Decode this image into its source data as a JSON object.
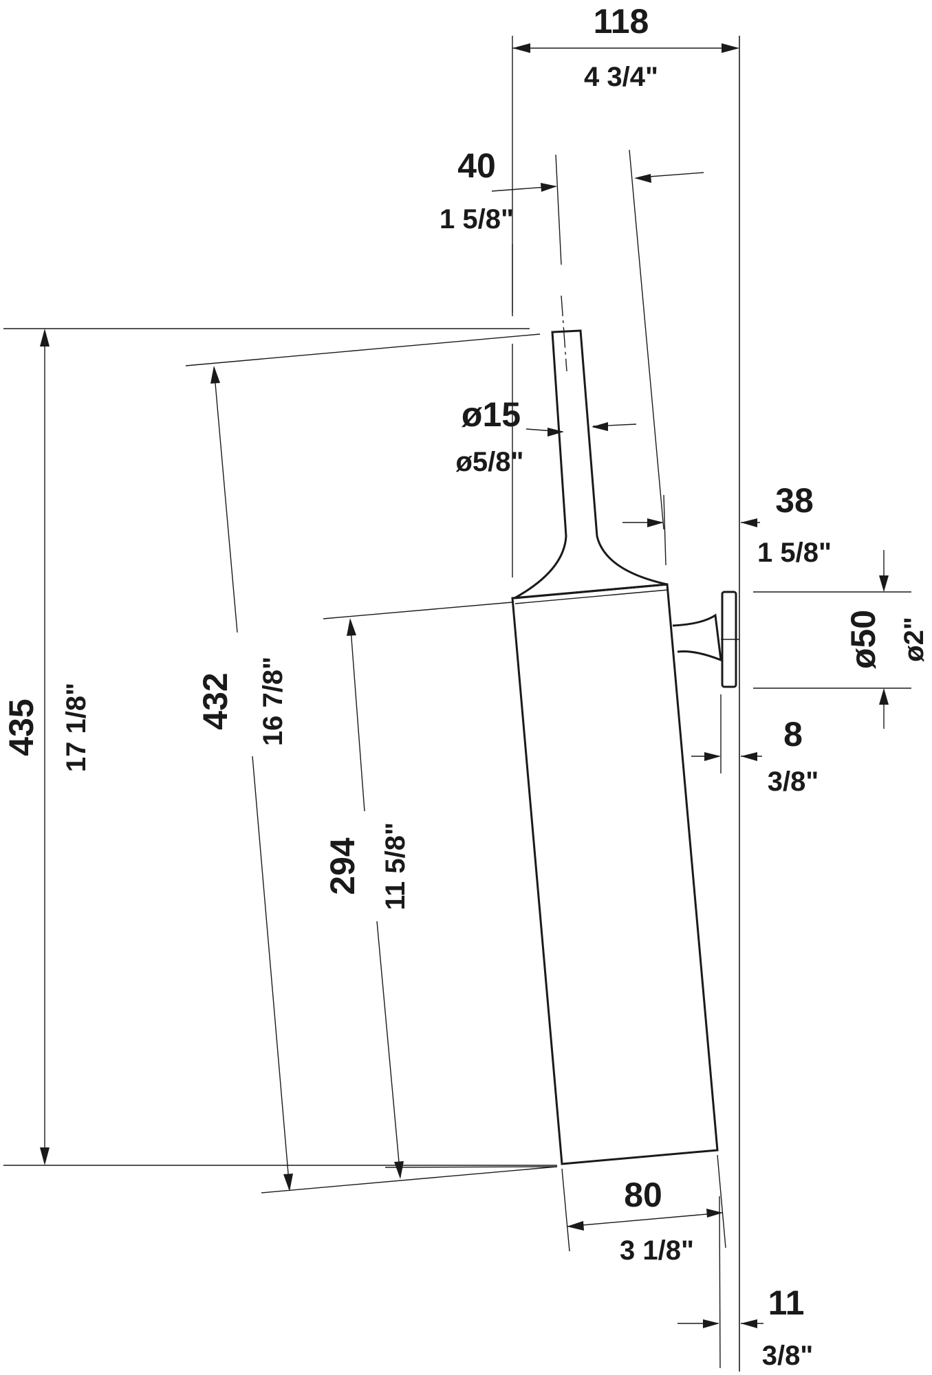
{
  "dimensions": {
    "total_width": {
      "mm": "118",
      "inch": "4 3/4\""
    },
    "handle_offset": {
      "mm": "40",
      "inch": "1 5/8\""
    },
    "handle_dia": {
      "mm": "ø15",
      "inch": "ø5/8\""
    },
    "wall_offset": {
      "mm": "38",
      "inch": "1 5/8\""
    },
    "rosette_dia": {
      "mm": "ø50",
      "inch": "ø2\""
    },
    "rosette_depth": {
      "mm": "8",
      "inch": "3/8\""
    },
    "total_height": {
      "mm": "435",
      "inch": "17 1/8\""
    },
    "brush_length": {
      "mm": "432",
      "inch": "16 7/8\""
    },
    "holder_height": {
      "mm": "294",
      "inch": "11 5/8\""
    },
    "holder_width": {
      "mm": "80",
      "inch": "3 1/8\""
    },
    "base_offset": {
      "mm": "11",
      "inch": "3/8\""
    }
  }
}
